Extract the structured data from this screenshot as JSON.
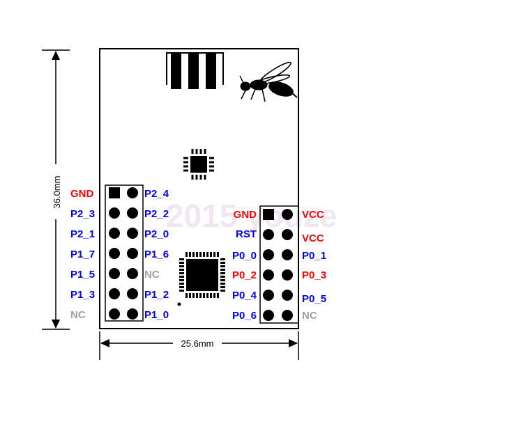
{
  "colors": {
    "blue": "#0000ee",
    "red": "#ff0000",
    "gray": "#a0a0a0",
    "black": "#000000"
  },
  "dimensions": {
    "height_label": "36.0mm",
    "width_label": "25.6mm"
  },
  "watermark": "2015 youze",
  "icons": [
    "antenna-icon",
    "wasp-logo-icon",
    "small-qfn-chip-icon",
    "main-qfp-chip-icon"
  ],
  "left_header": {
    "left_labels": [
      {
        "text": "GND",
        "color": "red"
      },
      {
        "text": "P2_3",
        "color": "blue"
      },
      {
        "text": "P2_1",
        "color": "blue"
      },
      {
        "text": "P1_7",
        "color": "blue"
      },
      {
        "text": "P1_5",
        "color": "blue"
      },
      {
        "text": "P1_3",
        "color": "blue"
      },
      {
        "text": "NC",
        "color": "gray"
      }
    ],
    "right_labels": [
      {
        "text": "P2_4",
        "color": "blue"
      },
      {
        "text": "P2_2",
        "color": "blue"
      },
      {
        "text": "P2_0",
        "color": "blue"
      },
      {
        "text": "P1_6",
        "color": "blue"
      },
      {
        "text": "NC",
        "color": "gray"
      },
      {
        "text": "P1_2",
        "color": "blue"
      },
      {
        "text": "P1_0",
        "color": "blue"
      }
    ]
  },
  "right_header": {
    "left_labels": [
      {
        "text": "GND",
        "color": "red"
      },
      {
        "text": "RST",
        "color": "blue"
      },
      {
        "text": "P0_0",
        "color": "blue"
      },
      {
        "text": "P0_2",
        "color": "red"
      },
      {
        "text": "P0_4",
        "color": "blue"
      },
      {
        "text": "P0_6",
        "color": "blue"
      }
    ],
    "right_labels": [
      {
        "text": "VCC",
        "color": "red"
      },
      {
        "text": "VCC",
        "color": "red"
      },
      {
        "text": "P0_1",
        "color": "blue"
      },
      {
        "text": "P0_3",
        "color": "red"
      },
      {
        "text": "P0_5",
        "color": "blue"
      },
      {
        "text": "NC",
        "color": "gray"
      }
    ]
  }
}
